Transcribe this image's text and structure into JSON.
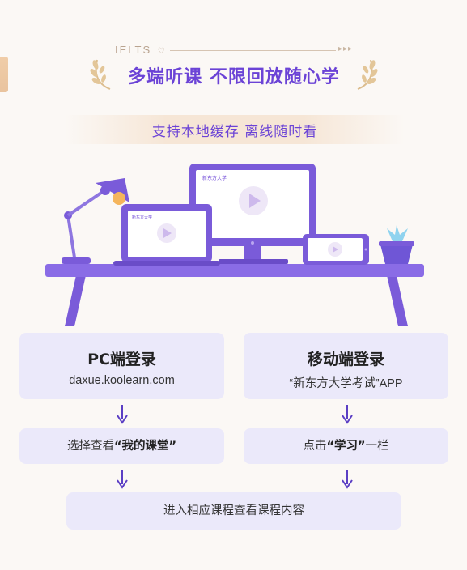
{
  "header": {
    "tag": "IELTS",
    "tag_deco": "▸▸▸",
    "headline": "多端听课  不限回放随心学",
    "subtitle": "支持本地缓存  离线随时看"
  },
  "illustration": {
    "screen_brand": "新东方大学"
  },
  "pc": {
    "title": "PC端登录",
    "url": "daxue.koolearn.com",
    "step_prefix": "选择查看",
    "step_bold": "“我的课堂”"
  },
  "mobile": {
    "title": "移动端登录",
    "app": "“新东方大学考试”APP",
    "step_prefix": "点击",
    "step_bold": "“学习”",
    "step_suffix": "一栏"
  },
  "final_step": "进入相应课程查看课程内容",
  "colors": {
    "accent": "#6b43d6",
    "card": "#ebe9fa",
    "arrow": "#5b3fc4",
    "background": "#fbf8f5"
  }
}
